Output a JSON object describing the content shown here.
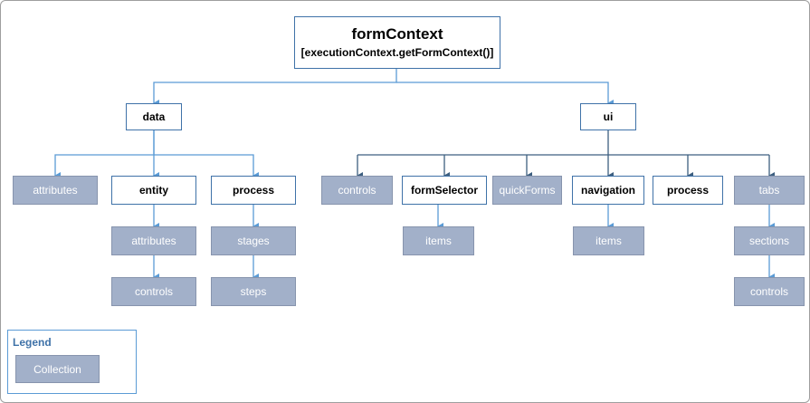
{
  "root": {
    "title": "formContext",
    "subtitle": "[executionContext.getFormContext()]"
  },
  "nodes": {
    "data": "data",
    "ui": "ui",
    "data_attributes": "attributes",
    "entity": "entity",
    "data_process": "process",
    "entity_attributes": "attributes",
    "entity_controls": "controls",
    "stages": "stages",
    "steps": "steps",
    "ui_controls": "controls",
    "formSelector": "formSelector",
    "quickForms": "quickForms",
    "navigation": "navigation",
    "ui_process": "process",
    "tabs": "tabs",
    "formSelector_items": "items",
    "navigation_items": "items",
    "sections": "sections",
    "tab_controls": "controls"
  },
  "legend": {
    "title": "Legend",
    "collection_label": "Collection"
  },
  "colors": {
    "object_border": "#3f72a8",
    "collection_fill": "#a2b0c9",
    "connector_light": "#5b9bd5",
    "connector_dark": "#3d5f80"
  }
}
